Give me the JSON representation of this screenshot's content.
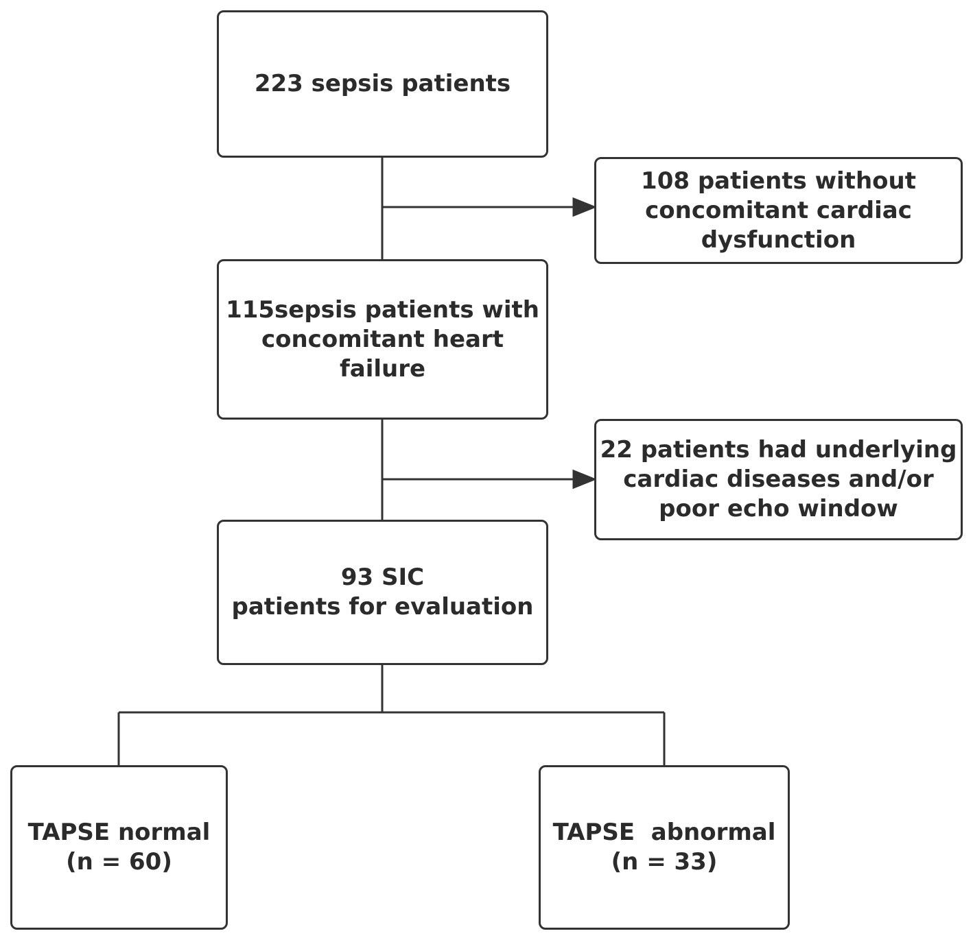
{
  "boxes": {
    "total": {
      "lines": [
        "223 sepsis patients"
      ]
    },
    "excluded1": {
      "lines": [
        "108 patients without",
        "concomitant cardiac",
        "dysfunction"
      ]
    },
    "heart_failure": {
      "lines": [
        "115sepsis patients with",
        "concomitant heart",
        "failure"
      ]
    },
    "excluded2": {
      "lines": [
        "22 patients had underlying",
        "cardiac diseases and/or",
        "poor echo window"
      ]
    },
    "sic": {
      "lines": [
        "93 SIC",
        "patients for evaluation"
      ]
    },
    "tapse_normal": {
      "lines": [
        "TAPSE normal",
        "(n = 60)"
      ]
    },
    "tapse_abnormal": {
      "lines": [
        "TAPSE  abnormal",
        "(n = 33)"
      ]
    }
  },
  "colors": {
    "line": "#333333",
    "text": "#2b2b2b",
    "background": "#ffffff"
  }
}
